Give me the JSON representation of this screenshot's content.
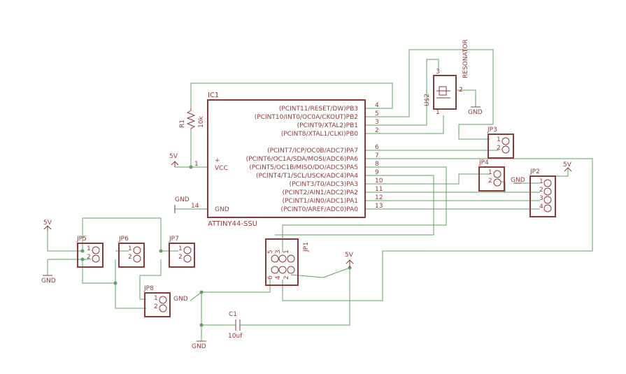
{
  "ic1": {
    "name": "IC1",
    "part": "ATTINY44-SSU",
    "vcc": "VCC",
    "gnd": "GND",
    "plus": "+",
    "pins_right": [
      {
        "label": "(PCINT11/RESET/DW)PB3",
        "num": "4"
      },
      {
        "label": "(PCINT10/INT0/OC0A/CKOUT)PB2",
        "num": "5"
      },
      {
        "label": "(PCINT9/XTAL2)PB1",
        "num": "3"
      },
      {
        "label": "(PCINT8/XTAL1/CLKI)PB0",
        "num": "2"
      },
      {
        "label": "(PCINT7/ICP/OC0B/ADC7)PA7",
        "num": "6"
      },
      {
        "label": "(PCINT6/OC1A/SDA/MOSI/ADC6)PA6",
        "num": "7"
      },
      {
        "label": "(PCINT5/OC1B/MISO/DO/ADC5)PA5",
        "num": "8"
      },
      {
        "label": "(PCINT4/T1/SCL/USCK/ADC4)PA4",
        "num": "9"
      },
      {
        "label": "(PCINT3/T0/ADC3)PA3",
        "num": "10"
      },
      {
        "label": "(PCINT2/AIN1/ADC2)PA2",
        "num": "11"
      },
      {
        "label": "(PCINT1/AIN0/ADC1)PA1",
        "num": "12"
      },
      {
        "label": "(PCINT0/AREF/ADC0)PA0",
        "num": "13"
      }
    ],
    "pin_vcc": "1",
    "pin_gnd": "14"
  },
  "r1": {
    "name": "R1",
    "value": "10k"
  },
  "c1": {
    "name": "C1",
    "value": "10uf"
  },
  "resonator": {
    "name": "U$2",
    "part": "RESONATOR",
    "pins": [
      "3",
      "2",
      "1"
    ]
  },
  "power": {
    "v5": "5V",
    "gnd": "GND"
  },
  "jumpers": {
    "jp1": {
      "name": "JP1",
      "pins": [
        "5",
        "3",
        "1",
        "6",
        "4",
        "2"
      ]
    },
    "jp2": {
      "name": "JP2",
      "pins": [
        "1",
        "2",
        "3",
        "4"
      ]
    },
    "jp3": {
      "name": "JP3",
      "pins": [
        "1",
        "2"
      ]
    },
    "jp4": {
      "name": "JP4",
      "pins": [
        "1",
        "2"
      ]
    },
    "jp5": {
      "name": "JP5",
      "pins": [
        "1",
        "2"
      ]
    },
    "jp6": {
      "name": "JP6",
      "pins": [
        "1",
        "2"
      ]
    },
    "jp7": {
      "name": "JP7",
      "pins": [
        "1",
        "2"
      ]
    },
    "jp8": {
      "name": "JP8",
      "pins": [
        "1",
        "2"
      ]
    }
  }
}
